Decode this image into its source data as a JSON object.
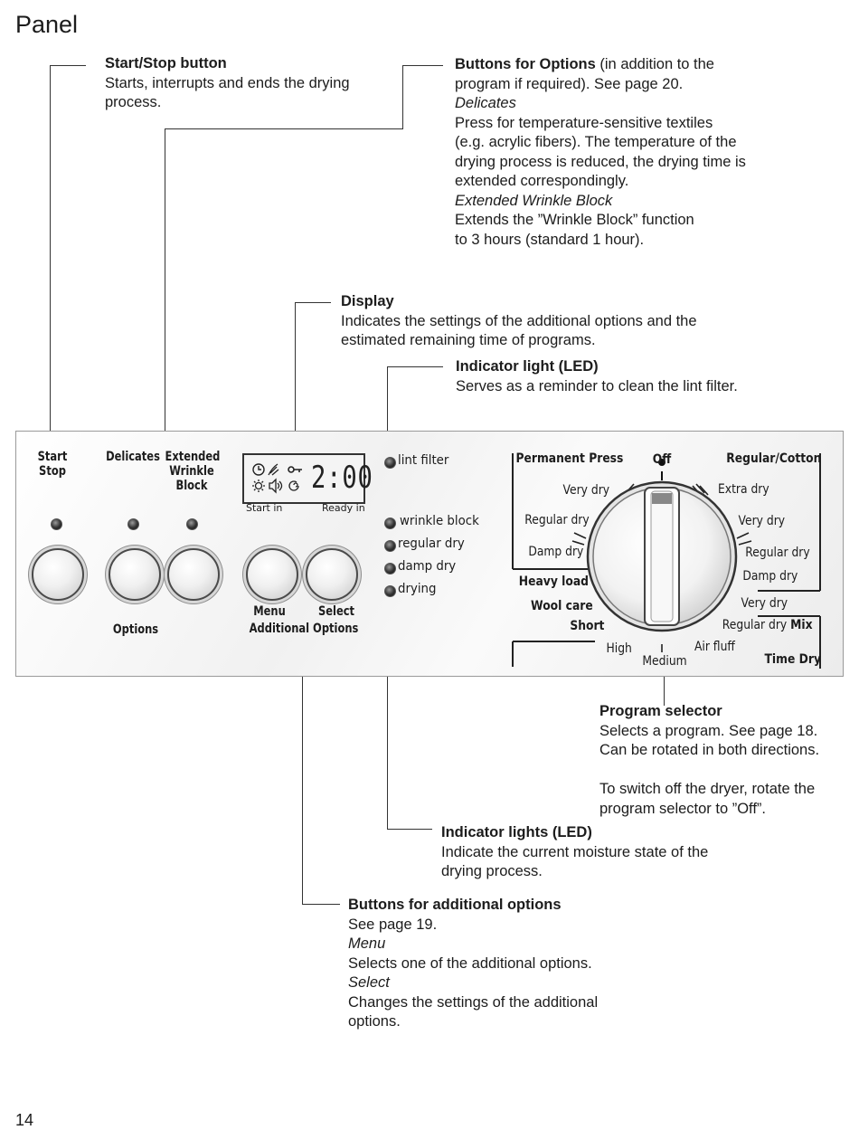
{
  "title": "Panel",
  "page_number": "14",
  "callouts": {
    "start_stop": {
      "heading": "Start/Stop button",
      "lines": [
        "Starts, interrupts and ends the drying",
        "process."
      ]
    },
    "options": {
      "heading": "Buttons for Options",
      "heading_rest": " (in addition to the",
      "lines": [
        "program if required). See page 20."
      ],
      "sub1": "Delicates",
      "sub1_lines": [
        "Press for temperature-sensitive textiles",
        "(e.g. acrylic fibers). The temperature of the",
        "drying process is reduced, the drying time is",
        "extended correspondingly."
      ],
      "sub2": "Extended Wrinkle Block",
      "sub2_lines": [
        "Extends the ”Wrinkle Block” function",
        "to 3 hours (standard 1 hour)."
      ]
    },
    "display": {
      "heading": "Display",
      "lines": [
        "Indicates the settings of the additional options and the",
        "estimated remaining time of programs."
      ]
    },
    "indicator_light": {
      "heading": "Indicator light (LED)",
      "lines": [
        "Serves as a reminder to clean the lint filter."
      ]
    },
    "program_selector": {
      "heading": "Program selector",
      "lines": [
        "Selects a program. See page 18.",
        "Can be rotated in both directions.",
        "",
        "To switch off the dryer, rotate the",
        "program selector to ”Off”."
      ]
    },
    "indicator_lights": {
      "heading": "Indicator lights (LED)",
      "lines": [
        "Indicate the current moisture state of the",
        "drying process."
      ]
    },
    "additional_options": {
      "heading": "Buttons for additional options",
      "lines": [
        "See page 19."
      ],
      "sub1": "Menu",
      "sub1_lines": [
        "Selects one of the additional options."
      ],
      "sub2": "Select",
      "sub2_lines": [
        "Changes the settings of the additional",
        "options."
      ]
    }
  },
  "panel": {
    "start_label_1": "Start",
    "start_label_2": "Stop",
    "delicates_label": "Delicates",
    "ewb_label_1": "Extended",
    "ewb_label_2": "Wrinkle",
    "ewb_label_3": "Block",
    "options_label": "Options",
    "menu_label": "Menu",
    "select_label": "Select",
    "additional_options_label": "Additional Options",
    "display_time": "2:00",
    "display_start_in": "Start in",
    "display_ready_in": "Ready in",
    "lint_filter": "lint filter",
    "leds": [
      "wrinkle block",
      "regular dry",
      "damp dry",
      "drying"
    ],
    "dial": {
      "off": "Off",
      "permanent_press": "Permanent Press",
      "regular_cotton": "Regular/Cotton",
      "pp_very_dry": "Very dry",
      "pp_regular_dry": "Regular dry",
      "pp_damp_dry": "Damp dry",
      "rc_extra_dry": "Extra dry",
      "rc_very_dry": "Very dry",
      "rc_regular_dry": "Regular dry",
      "rc_damp_dry": "Damp dry",
      "heavy_load": "Heavy load",
      "wool_care": "Wool care",
      "short": "Short",
      "mix_very_dry": "Very dry",
      "mix_regular_dry": "Regular dry",
      "mix": "Mix",
      "high": "High",
      "medium": "Medium",
      "air_fluff": "Air fluff",
      "time_dry": "Time Dry"
    }
  }
}
